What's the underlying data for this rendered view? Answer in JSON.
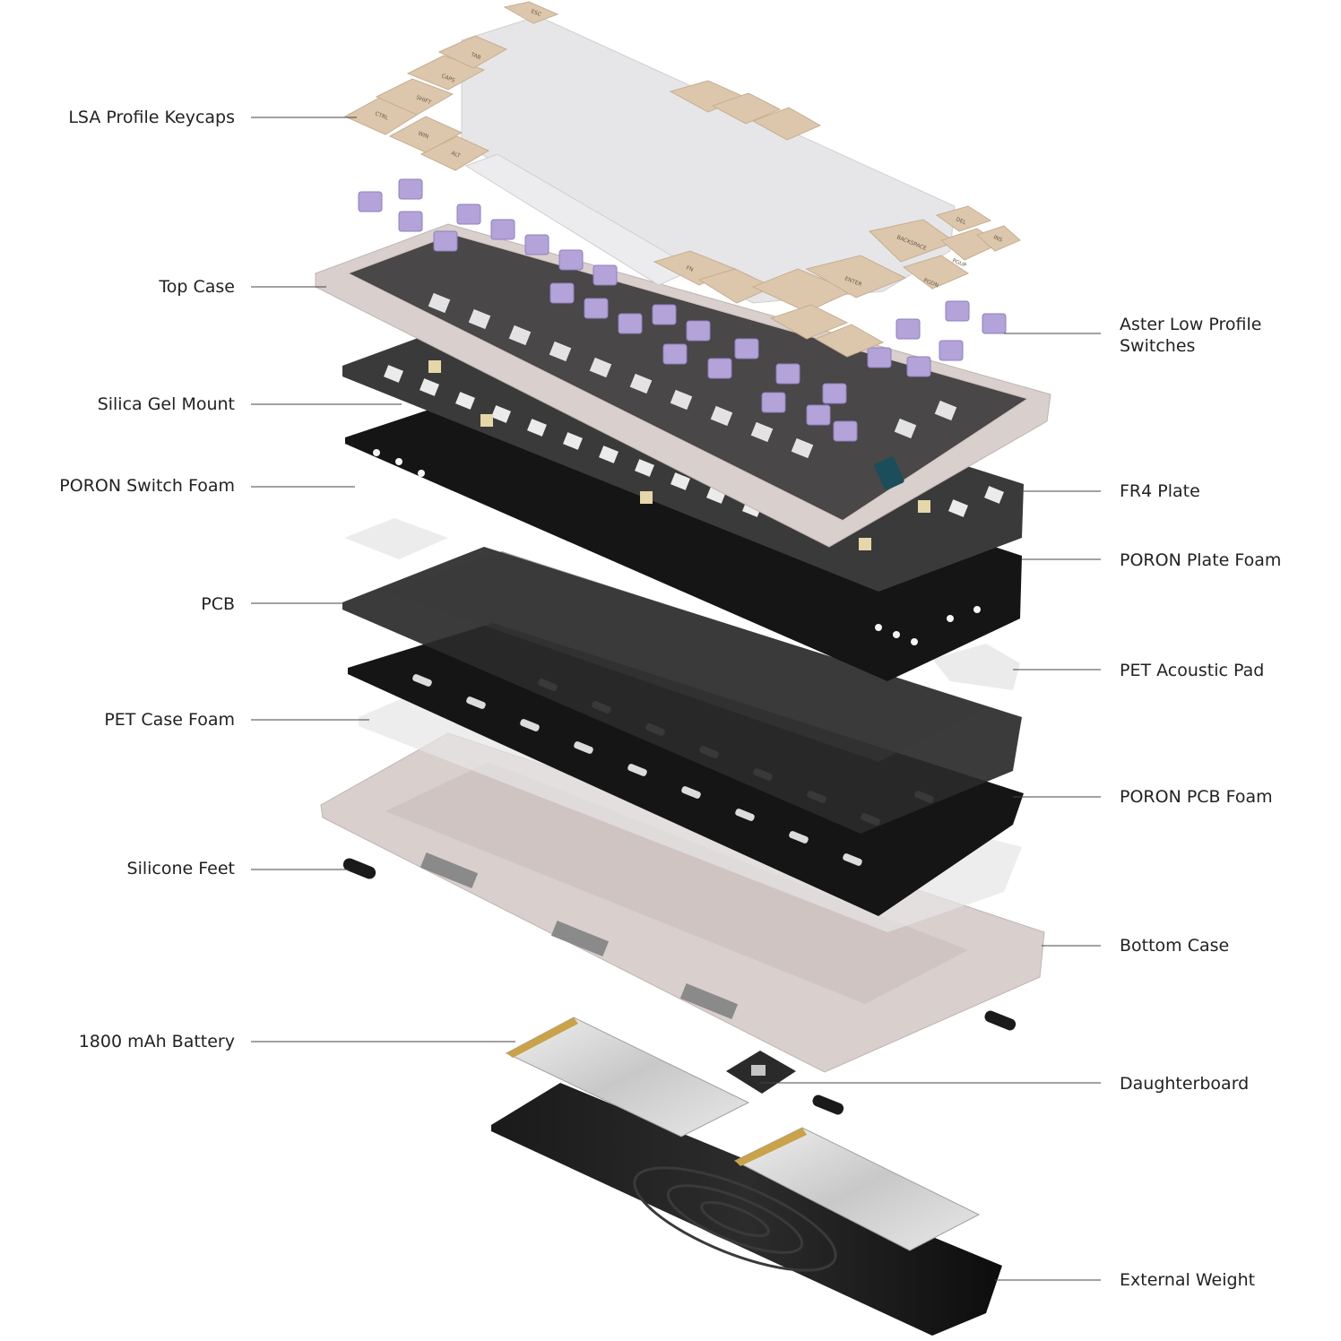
{
  "colors": {
    "keycap_white": "#e6e6e8",
    "keycap_beige": "#dcc7ad",
    "switch_purple": "#b3a3d9",
    "case_pink": "#d9cfcc",
    "foam_black": "#151515",
    "plate_dark": "#3a3a3a",
    "pet_translucent": "#e3e3e3",
    "battery_silver": "#d8d8d8",
    "battery_gold": "#c9a24a"
  },
  "left_labels": [
    {
      "id": "lsa-keycaps",
      "text": "LSA Profile Keycaps"
    },
    {
      "id": "top-case",
      "text": "Top Case"
    },
    {
      "id": "silica-gel-mount",
      "text": "Silica Gel Mount"
    },
    {
      "id": "poron-switch-foam",
      "text": "PORON Switch Foam"
    },
    {
      "id": "pcb",
      "text": "PCB"
    },
    {
      "id": "pet-case-foam",
      "text": "PET Case Foam"
    },
    {
      "id": "silicone-feet",
      "text": "Silicone Feet"
    },
    {
      "id": "battery",
      "text": "1800 mAh Battery"
    }
  ],
  "right_labels": [
    {
      "id": "aster-switches",
      "text": "Aster Low Profile\nSwitches"
    },
    {
      "id": "fr4-plate",
      "text": "FR4 Plate"
    },
    {
      "id": "poron-plate-foam",
      "text": "PORON Plate Foam"
    },
    {
      "id": "pet-acoustic-pad",
      "text": "PET Acoustic Pad"
    },
    {
      "id": "poron-pcb-foam",
      "text": "PORON PCB Foam"
    },
    {
      "id": "bottom-case",
      "text": "Bottom Case"
    },
    {
      "id": "daughterboard",
      "text": "Daughterboard"
    },
    {
      "id": "external-weight",
      "text": "External Weight"
    }
  ],
  "keycap_legends": [
    "ESC",
    "TAB",
    "CAPS",
    "SHIFT",
    "CTRL",
    "WIN",
    "ALT",
    "FN",
    "ENTER",
    "BACKSPACE",
    "DEL",
    "INS",
    "PGUP",
    "PGDN"
  ]
}
